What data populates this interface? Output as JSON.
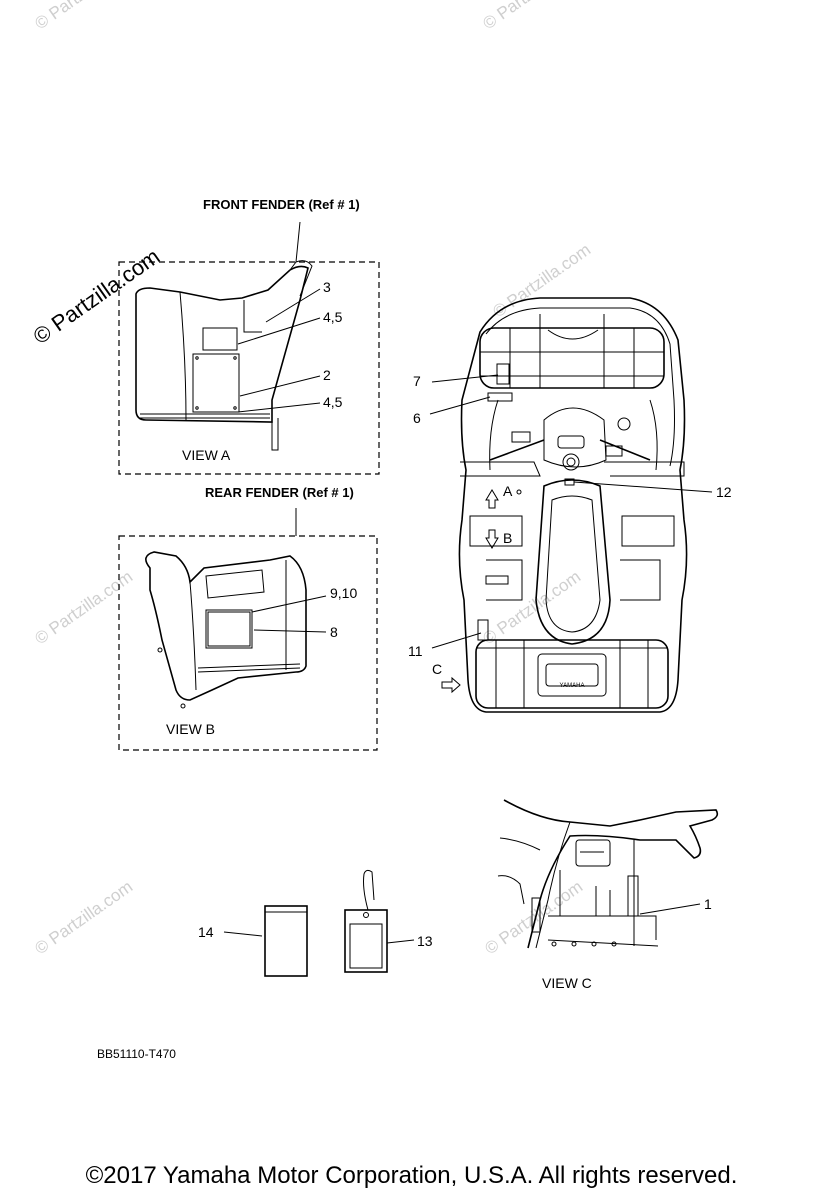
{
  "watermark": {
    "text": "© Partzilla.com"
  },
  "sections": {
    "front_fender": {
      "title": "FRONT  FENDER  (Ref # 1)",
      "view": "VIEW A"
    },
    "rear_fender": {
      "title": "REAR  FENDER (Ref # 1)",
      "view": "VIEW B"
    },
    "view_c": {
      "label": "VIEW C"
    }
  },
  "callouts": {
    "c1": "1",
    "c2": "2",
    "c3": "3",
    "c45a": "4,5",
    "c45b": "4,5",
    "c6": "6",
    "c7": "7",
    "c8": "8",
    "c910": "9,10",
    "c11": "11",
    "c12": "12",
    "c13": "13",
    "c14": "14"
  },
  "arrows": {
    "a": "A",
    "b": "B",
    "c": "C"
  },
  "emblem": "YAMAHA",
  "diagram_code": "BB51110-T470",
  "copyright": "©2017 Yamaha Motor Corporation, U.S.A. All rights reserved."
}
